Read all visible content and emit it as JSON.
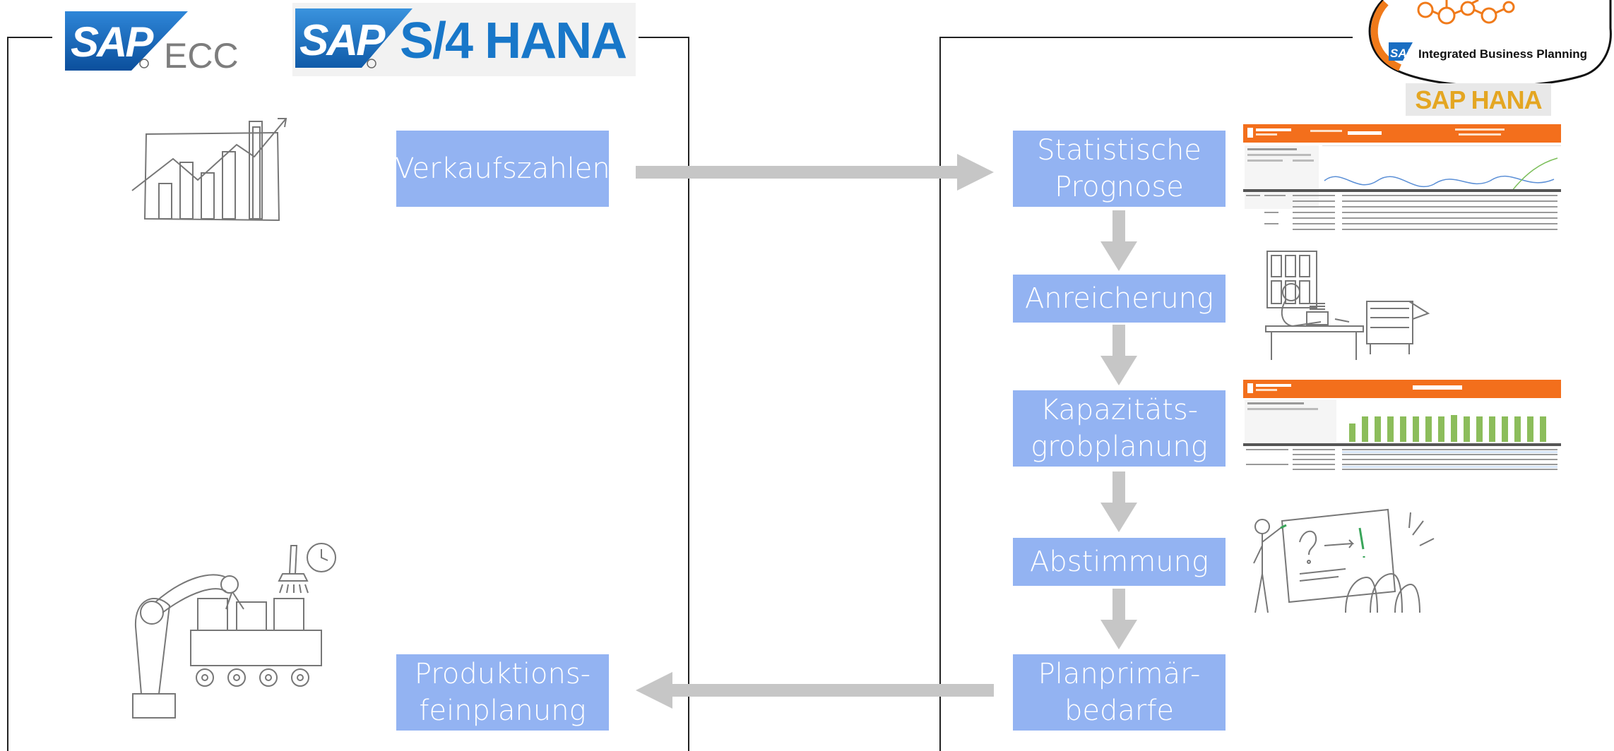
{
  "logos": {
    "ecc_brand": "SAP",
    "ecc_product": "ECC",
    "s4_brand": "SAP",
    "s4_product": "S/4 HANA",
    "ibp_brand": "SAP",
    "ibp_label": "Integrated Business Planning",
    "hana_label": "SAP HANA"
  },
  "left_panel": {
    "sales_box": "Verkaufszahlen",
    "production_box_line1": "Produktions-",
    "production_box_line2": "feinplanung"
  },
  "right_panel": {
    "steps": [
      {
        "line1": "Statistische",
        "line2": "Prognose"
      },
      {
        "line1": "Anreicherung",
        "line2": ""
      },
      {
        "line1": "Kapazitäts-",
        "line2": "grobplanung"
      },
      {
        "line1": "Abstimmung",
        "line2": ""
      },
      {
        "line1": "Planprimär-",
        "line2": "bedarfe"
      }
    ]
  },
  "colors": {
    "box_fill": "#93b3f2",
    "arrow_gray": "#c6c6c6",
    "sap_blue": "#1a62b3",
    "ibp_orange": "#f07a1a",
    "hana_gold": "#e4a622"
  },
  "icons": [
    "sales-chart-sketch-icon",
    "factory-robot-sketch-icon",
    "office-worker-sketch-icon",
    "presentation-sketch-icon",
    "network-nodes-icon"
  ]
}
